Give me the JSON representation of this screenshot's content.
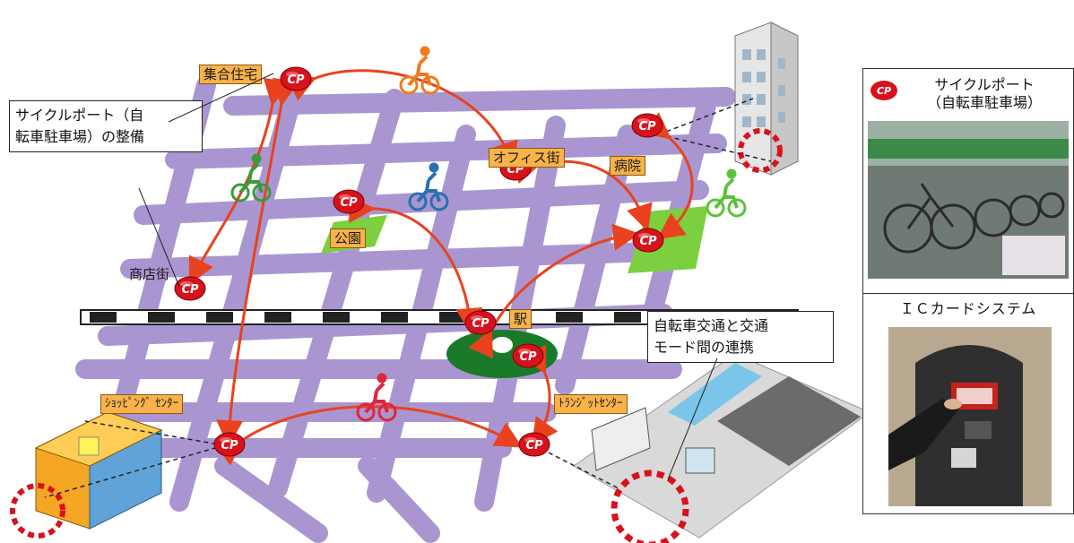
{
  "map_labels": {
    "housing": "集合住宅",
    "office": "オフィス街",
    "hospital": "病院",
    "park": "公園",
    "shopping_street": "商店街",
    "station": "駅",
    "shopping_center": "ｼｮｯﾋﾟﾝｸﾞ ｾﾝﾀｰ",
    "transit_center": "ﾄﾗﾝｼﾞｯﾄｾﾝﾀｰ"
  },
  "port_marker": "CP",
  "callouts": {
    "port_setup_line1": "サイクルポート（自",
    "port_setup_line2": "転車駐車場）の整備",
    "mode_link_line1": "自転車交通と交通",
    "mode_link_line2": "モード間の連携"
  },
  "side_panel": {
    "legend_marker": "CP",
    "legend_title_line1": "サイクルポート",
    "legend_title_line2": "（自転車駐車場）",
    "ic_title": "ＩＣカードシステム"
  },
  "colors": {
    "road": "#a996d0",
    "rail_dark": "#222222",
    "arrow": "#e8421e",
    "marker": "#d8121c",
    "label_bg": "#f7b24a",
    "green_area": "#7ccf3e"
  }
}
